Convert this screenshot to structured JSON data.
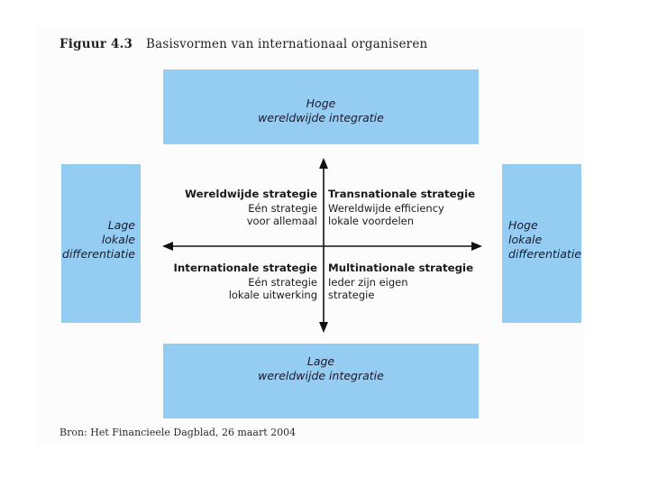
{
  "figure": {
    "title_number": "Figuur 4.3",
    "title_text": "Basisvormen van internationaal organiseren",
    "source": "Bron: Het Financieele Dagblad, 26 maart 2004",
    "accent_color": "#95cdf2",
    "text_color": "#1a1a1a"
  },
  "chart_data": {
    "type": "matrix",
    "title": "Basisvormen van internationaal organiseren",
    "xlabel": "lokale differentiatie",
    "ylabel": "wereldwijde integratie",
    "x_axis": {
      "low": "Lage lokale differentiatie",
      "high": "Hoge lokale differentiatie"
    },
    "y_axis": {
      "low": "Lage wereldwijde integratie",
      "high": "Hoge wereldwijde integratie"
    },
    "quadrants": [
      {
        "position": "top-left",
        "integration": "high",
        "differentiation": "low",
        "title": "Wereldwijde strategie",
        "line1": "Eén strategie",
        "line2": "voor allemaal"
      },
      {
        "position": "top-right",
        "integration": "high",
        "differentiation": "high",
        "title": "Transnationale strategie",
        "line1": "Wereldwijde efficiency",
        "line2": "lokale voordelen"
      },
      {
        "position": "bottom-left",
        "integration": "low",
        "differentiation": "low",
        "title": "Internationale strategie",
        "line1": "Eén strategie",
        "line2": "lokale uitwerking"
      },
      {
        "position": "bottom-right",
        "integration": "low",
        "differentiation": "high",
        "title": "Multinationale strategie",
        "line1": "Ieder zijn eigen",
        "line2": "strategie"
      }
    ],
    "source": "Bron: Het Financieele Dagblad, 26 maart 2004"
  },
  "bands": {
    "top": {
      "line1": "Hoge",
      "line2": "wereldwijde integratie"
    },
    "bottom": {
      "line1": "Lage",
      "line2": "wereldwijde integratie"
    },
    "left": {
      "line1": "Lage",
      "line2": "lokale",
      "line3": "differentiatie"
    },
    "right": {
      "line1": "Hoge",
      "line2": "lokale",
      "line3": "differentiatie"
    }
  }
}
